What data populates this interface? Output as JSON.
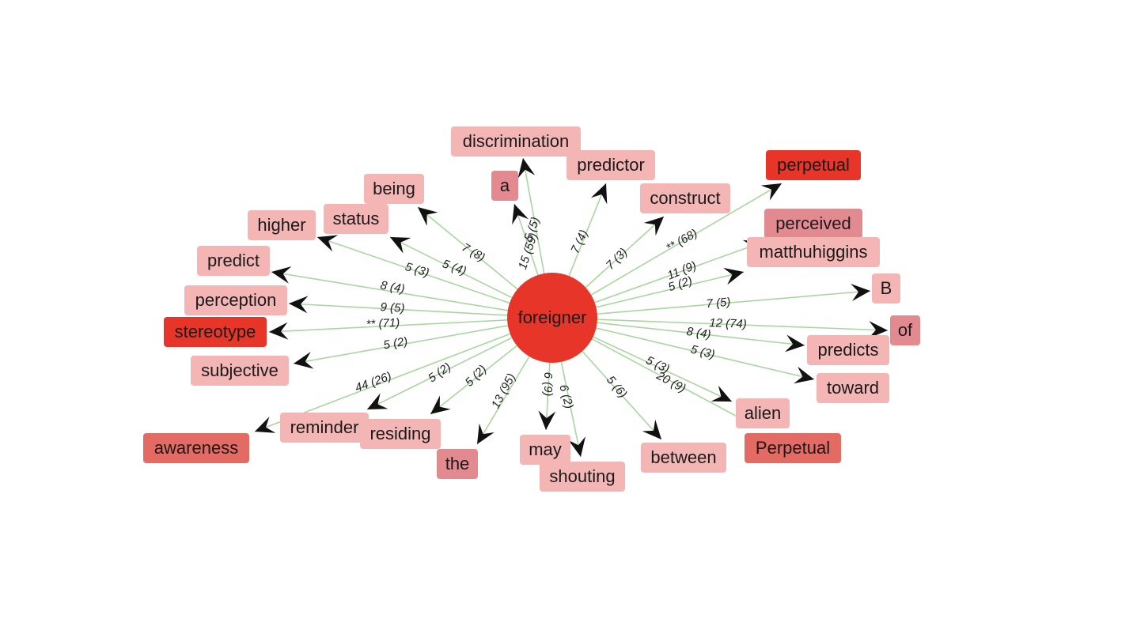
{
  "colors": {
    "edge": "#a9d6a0",
    "arrow": "#111111",
    "hub": "#e8352a",
    "strong": "#e8352a",
    "medium": "#e46a64",
    "muted": "#e28a8f",
    "light": "#f4b6b4"
  },
  "hub": {
    "label": "foreigner"
  },
  "nodes": [
    {
      "id": "discrimination",
      "label": "discrimination",
      "shade": "light",
      "edge_label": "15 (59)"
    },
    {
      "id": "a",
      "label": "a",
      "shade": "muted",
      "edge_label": "5 (5)"
    },
    {
      "id": "predictor",
      "label": "predictor",
      "shade": "light",
      "edge_label": "7 (4)"
    },
    {
      "id": "construct",
      "label": "construct",
      "shade": "light",
      "edge_label": "7 (3)"
    },
    {
      "id": "perpetual",
      "label": "perpetual",
      "shade": "strong",
      "edge_label": "** (68)"
    },
    {
      "id": "perceived",
      "label": "perceived",
      "shade": "muted",
      "edge_label": "11 (9)"
    },
    {
      "id": "matthuhiggins",
      "label": "matthuhiggins",
      "shade": "light",
      "edge_label": "5 (2)"
    },
    {
      "id": "B",
      "label": "B",
      "shade": "light",
      "edge_label": "7 (5)"
    },
    {
      "id": "of",
      "label": "of",
      "shade": "muted",
      "edge_label": "12 (74)"
    },
    {
      "id": "predicts",
      "label": "predicts",
      "shade": "light",
      "edge_label": "8 (4)"
    },
    {
      "id": "toward",
      "label": "toward",
      "shade": "light",
      "edge_label": "5 (3)"
    },
    {
      "id": "alien",
      "label": "alien",
      "shade": "light",
      "edge_label": "5 (3)"
    },
    {
      "id": "Perpetual",
      "label": "Perpetual",
      "shade": "medium",
      "edge_label": "20 (9)"
    },
    {
      "id": "between",
      "label": "between",
      "shade": "light",
      "edge_label": "5 (6)"
    },
    {
      "id": "shouting",
      "label": "shouting",
      "shade": "light",
      "edge_label": "6 (2)"
    },
    {
      "id": "may",
      "label": "may",
      "shade": "light",
      "edge_label": "6 (9)"
    },
    {
      "id": "the",
      "label": "the",
      "shade": "muted",
      "edge_label": "13 (95)"
    },
    {
      "id": "residing",
      "label": "residing",
      "shade": "light",
      "edge_label": "5 (2)"
    },
    {
      "id": "reminder",
      "label": "reminder",
      "shade": "light",
      "edge_label": "5 (2)"
    },
    {
      "id": "awareness",
      "label": "awareness",
      "shade": "medium",
      "edge_label": "44 (26)"
    },
    {
      "id": "subjective",
      "label": "subjective",
      "shade": "light",
      "edge_label": "5 (2)"
    },
    {
      "id": "stereotype",
      "label": "stereotype",
      "shade": "strong",
      "edge_label": "** (71)"
    },
    {
      "id": "perception",
      "label": "perception",
      "shade": "light",
      "edge_label": "9 (5)"
    },
    {
      "id": "predict",
      "label": "predict",
      "shade": "light",
      "edge_label": "8 (4)"
    },
    {
      "id": "higher",
      "label": "higher",
      "shade": "light",
      "edge_label": "5 (3)"
    },
    {
      "id": "status",
      "label": "status",
      "shade": "light",
      "edge_label": "5 (4)"
    },
    {
      "id": "being",
      "label": "being",
      "shade": "light",
      "edge_label": "7 (8)"
    }
  ]
}
